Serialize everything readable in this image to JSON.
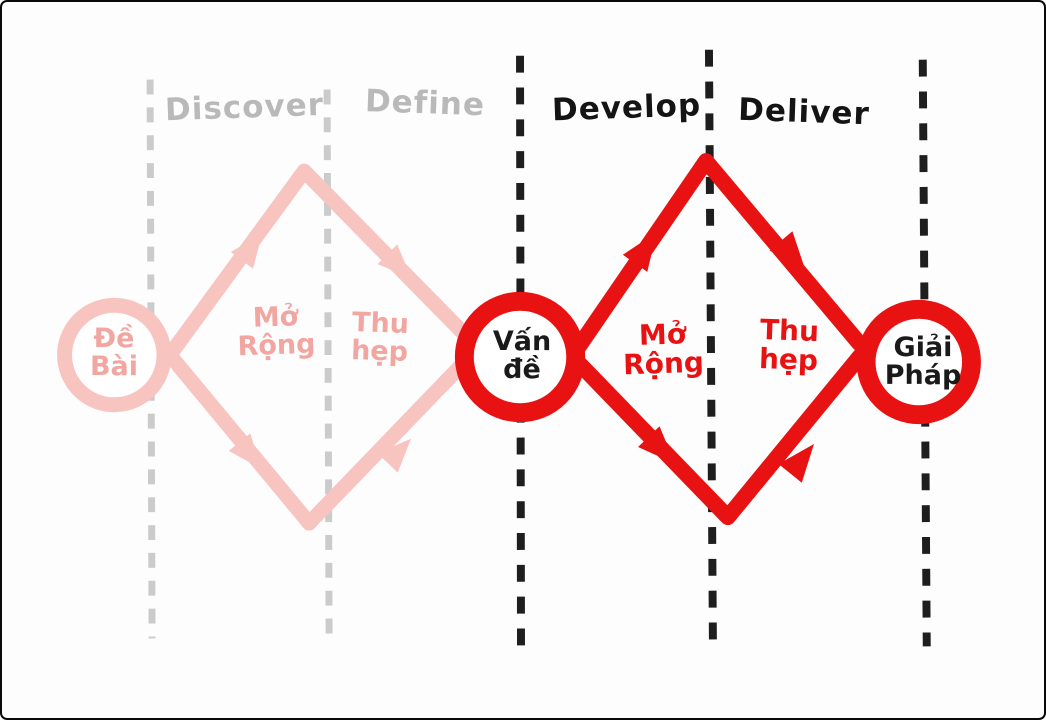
{
  "diagram": {
    "title": "Double Diamond design process (hand-drawn, Vietnamese)",
    "phases": [
      {
        "label": "Discover",
        "state": "faded"
      },
      {
        "label": "Define",
        "state": "faded"
      },
      {
        "label": "Develop",
        "state": "active"
      },
      {
        "label": "Deliver",
        "state": "active"
      }
    ],
    "faded_diamond": {
      "start_node": "Đề\nBài",
      "diverge": "Mở\nRộng",
      "converge": "Thu\nhẹp"
    },
    "active_diamond": {
      "start_node": "Vấn\nđề",
      "diverge": "Mở\nRộng",
      "converge": "Thu\nhẹp",
      "end_node": "Giải\nPháp"
    },
    "colors": {
      "active_red": "#e81212",
      "faded_pink_stroke": "#f7c4c0",
      "faded_pink_text": "#f2a6a1",
      "phase_label_gray": "#b9b9b9",
      "phase_label_black": "#141414",
      "divider_gray": "#cbcbcb",
      "divider_black": "#1e1e1e",
      "node_text_black": "#1a1a1a",
      "background": "#fdfdfd",
      "border": "#0a0a0a"
    }
  }
}
